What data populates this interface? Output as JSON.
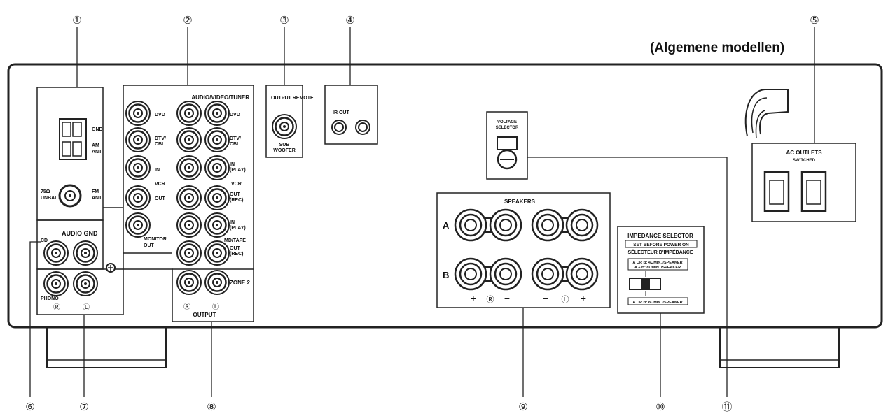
{
  "region_title": "(Algemene modellen)",
  "callouts": [
    "①",
    "②",
    "③",
    "④",
    "⑤",
    "⑥",
    "⑦",
    "⑧",
    "⑨",
    "⑩",
    "⑪"
  ],
  "antenna": {
    "gnd": "GND",
    "am_ant": "AM\nANT",
    "unbal": "75Ω\nUNBAL.",
    "fm_ant": "FM\nANT"
  },
  "audio_gnd": {
    "label": "AUDIO GND",
    "cd": "CD",
    "phono": "PHONO",
    "r": "Ⓡ",
    "l": "Ⓛ"
  },
  "audio_video": {
    "title": "AUDIO/VIDEO/TUNER",
    "left_labels": [
      "DVD",
      "DTV/\nCBL",
      "IN",
      "VCR",
      "OUT"
    ],
    "right_labels": [
      "DVD",
      "DTV/\nCBL",
      "IN\n(PLAY)",
      "VCR",
      "OUT\n(REC)",
      "IN\n(PLAY)",
      "MD/TAPE",
      "OUT\n(REC)"
    ],
    "monitor_out": "MONITOR\nOUT",
    "zone2": "ZONE 2",
    "output": "OUTPUT",
    "r": "Ⓡ",
    "l": "Ⓛ"
  },
  "output_remote": {
    "title": "OUTPUT REMOTE",
    "sub": "SUB\nWOOFER"
  },
  "ir": {
    "label": "IR OUT"
  },
  "voltage": {
    "label": "VOLTAGE\nSELECTOR"
  },
  "ac": {
    "title": "AC OUTLETS",
    "sub": "SWITCHED"
  },
  "speakers": {
    "title": "SPEAKERS",
    "a": "A",
    "b": "B",
    "plus": "+",
    "minus": "−",
    "r": "Ⓡ",
    "l": "Ⓛ"
  },
  "impedance": {
    "title": "IMPEDANCE SELECTOR",
    "warning": "SET BEFORE POWER ON",
    "french": "SÉLECTEUR D'IMPÉDANCE",
    "opt1": "A OR B: 4ΩMIN. /SPEAKER",
    "opt2": "A + B: 8ΩMIN. /SPEAKER",
    "opt3": "A OR B: 8ΩMIN. /SPEAKER"
  }
}
